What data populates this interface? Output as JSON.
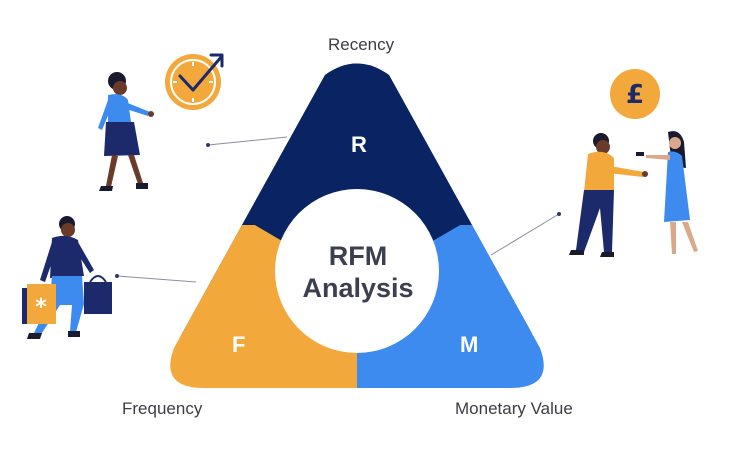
{
  "labels": {
    "recency": "Recency",
    "frequency": "Frequency",
    "monetary": "Monetary Value"
  },
  "segments": {
    "r": "R",
    "f": "F",
    "m": "M"
  },
  "center": {
    "line1": "RFM",
    "line2": "Analysis"
  },
  "currency_symbol": "£",
  "colors": {
    "recency": "#0a2463",
    "frequency": "#f2a83b",
    "monetary": "#3d8bef"
  }
}
